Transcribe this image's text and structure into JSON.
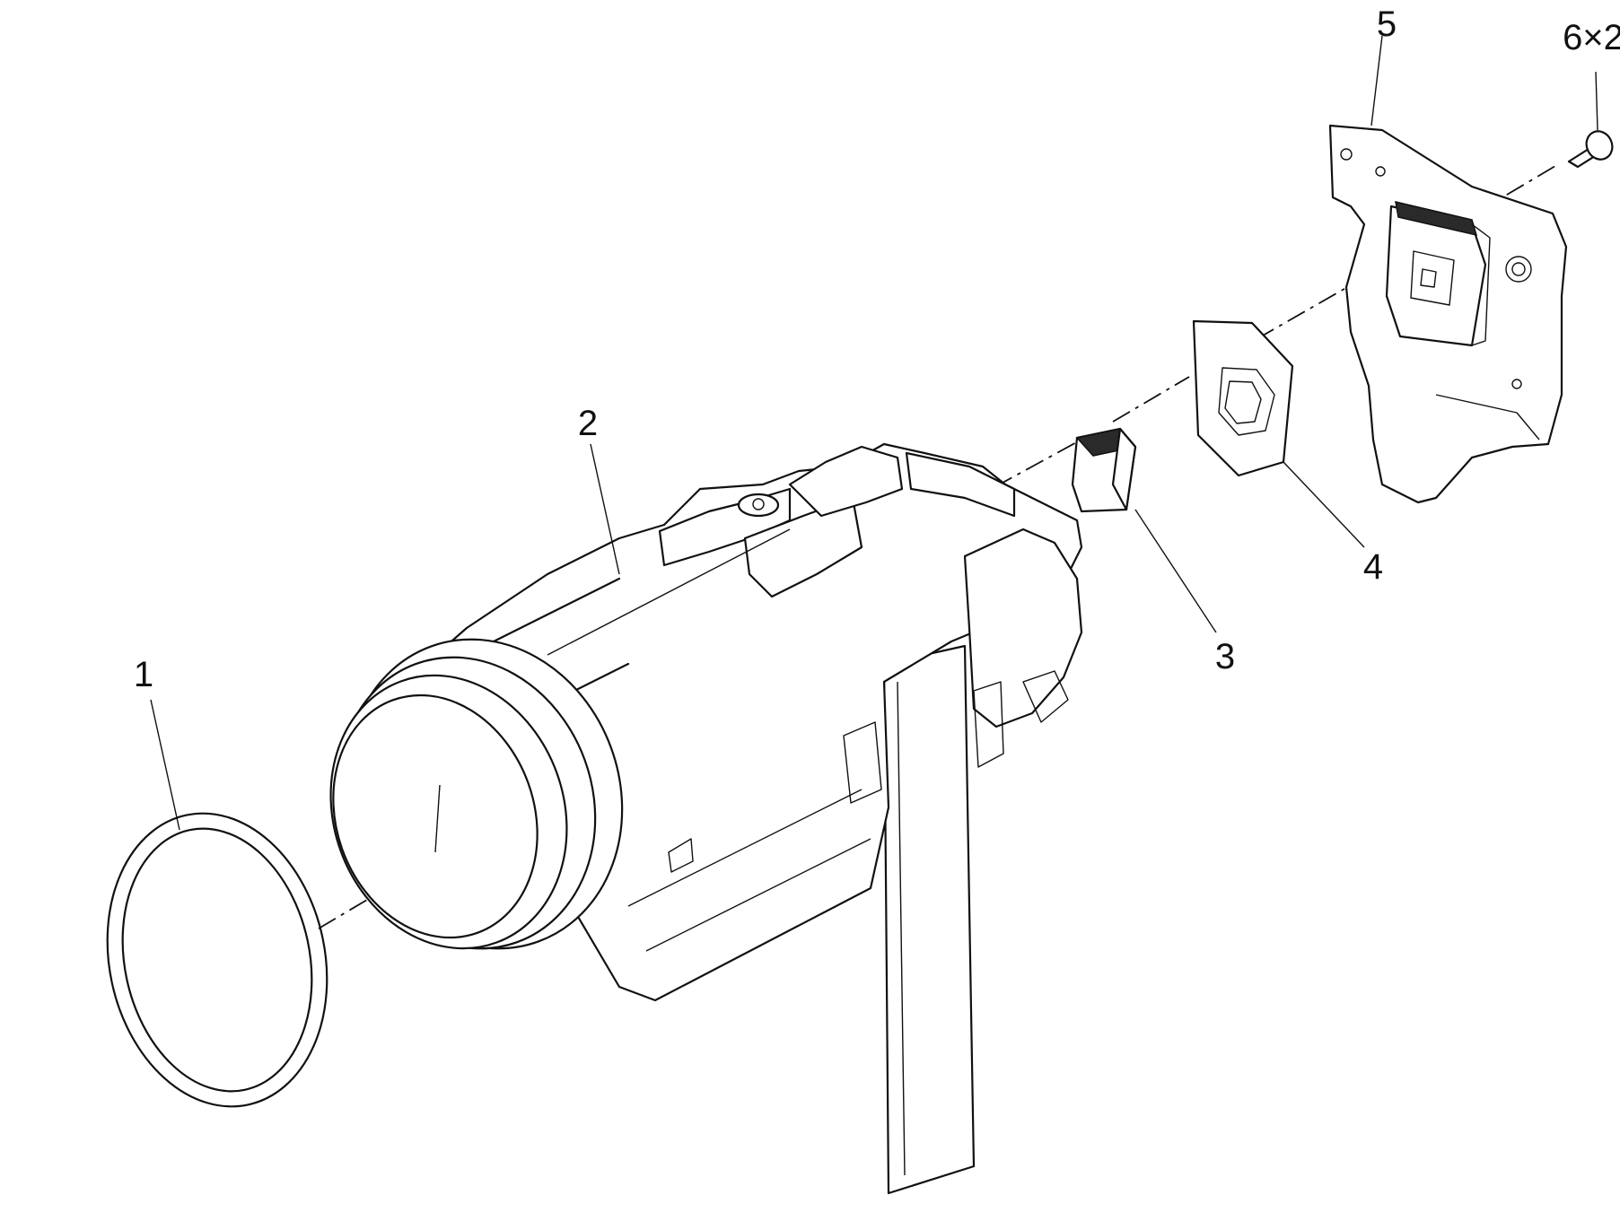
{
  "callouts": [
    {
      "id": "1",
      "label": "1"
    },
    {
      "id": "2",
      "label": "2"
    },
    {
      "id": "3",
      "label": "3"
    },
    {
      "id": "4",
      "label": "4"
    },
    {
      "id": "5",
      "label": "5"
    },
    {
      "id": "6",
      "label": "6×2"
    }
  ]
}
